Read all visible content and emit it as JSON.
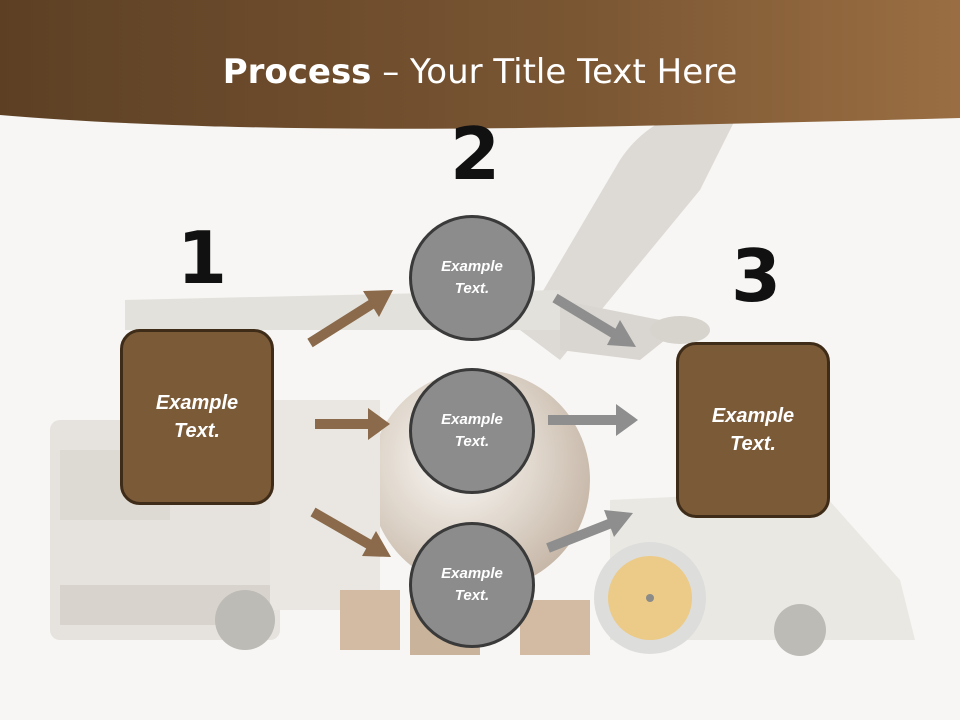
{
  "slide": {
    "title_bold": "Process",
    "title_rest": " – Your Title Text Here",
    "step_numbers": [
      "1",
      "2",
      "3"
    ],
    "left_box": "Example\nText.",
    "right_box": "Example\nText.",
    "circles": [
      "Example\nText.",
      "Example\nText.",
      "Example\nText."
    ],
    "colors": {
      "header_brown": "#6b4b2c",
      "box_brown": "#7b5a38",
      "circle_gray": "#8c8c8c",
      "arrow_brown": "#8a6a4a",
      "arrow_gray": "#8e8e8e"
    }
  }
}
